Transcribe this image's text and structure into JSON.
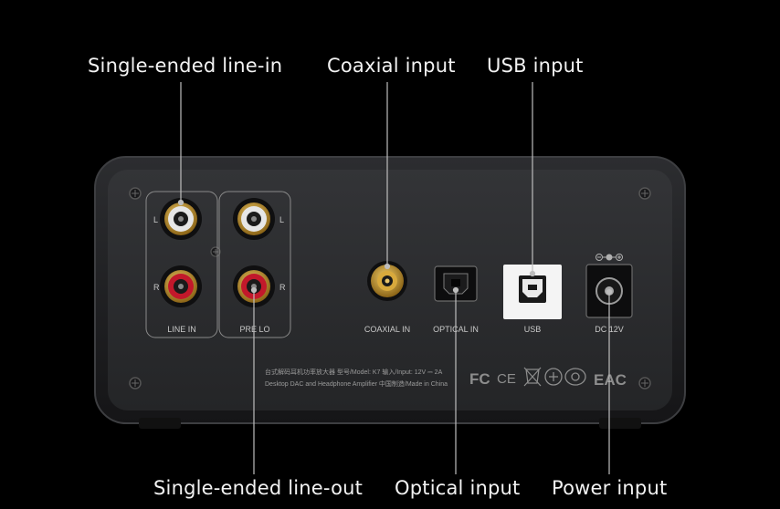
{
  "callouts": {
    "single_ended_line_in": "Single-ended line-in",
    "coaxial_input": "Coaxial input",
    "usb_input": "USB input",
    "single_ended_line_out": "Single-ended line-out",
    "optical_input": "Optical input",
    "power_input": "Power input"
  },
  "panel": {
    "line_in_label": "LINE IN",
    "pre_lo_label": "PRE LO",
    "coaxial_label": "COAXIAL IN",
    "optical_label": "OPTICAL IN",
    "usb_label": "USB",
    "dc_label": "DC 12V",
    "channel_left": "L",
    "channel_right": "R",
    "info_line1": "台式解码耳机功率放大器    型号/Model: K7    输入/Input: 12V ⎓ 2A",
    "info_line2": "Desktop DAC and Headphone Amplifier    中国制造/Made in China",
    "cert_fc": "FC",
    "cert_ce": "CE",
    "cert_eac": "EAC"
  },
  "colors": {
    "background": "#000000",
    "chassis": "#1c1d1f",
    "panel": "#2a2b2d",
    "rca_white": "#e6e6e6",
    "rca_red": "#c2182b",
    "coax_gold": "#c8962a",
    "usb_white": "#f4f4f4",
    "leader_line": "#bdbdbd"
  }
}
